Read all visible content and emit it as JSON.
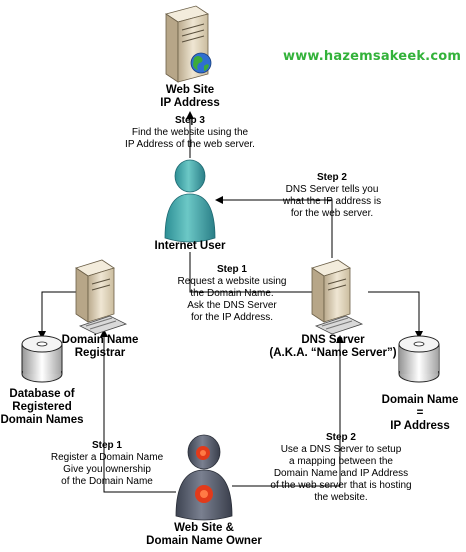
{
  "watermark": "www.hazemsakeek.com",
  "nodes": {
    "web_server": {
      "line1": "Web Site",
      "line2": "IP Address"
    },
    "internet_user": {
      "label": "Internet User"
    },
    "registrar": {
      "line1": "Domain Name",
      "line2": "Registrar"
    },
    "dns_server": {
      "line1": "DNS Server",
      "line2": "(A.K.A. “Name Server”)"
    },
    "registry_db": {
      "line1": "Database of",
      "line2": "Registered",
      "line3": "Domain Names"
    },
    "dns_db": {
      "line1": "Domain Name",
      "line2": "=",
      "line3": "IP Address"
    },
    "owner": {
      "line1": "Web Site &",
      "line2": "Domain Name Owner"
    }
  },
  "steps": {
    "user_step3": {
      "title": "Step 3",
      "line1": "Find the website using the",
      "line2": "IP Address of the web server."
    },
    "user_step2": {
      "title": "Step 2",
      "line1": "DNS Server tells you",
      "line2": "what the IP address is",
      "line3": "for the web server."
    },
    "user_step1": {
      "title": "Step 1",
      "line1": "Request a website using",
      "line2": "the Domain  Name.",
      "line3": "Ask the DNS Server",
      "line4": "for the IP Address."
    },
    "owner_step1": {
      "title": "Step 1",
      "line1": "Register a Domain Name",
      "line2": "Give you ownership",
      "line3": "of the Domain Name"
    },
    "owner_step2": {
      "title": "Step 2",
      "line1": "Use a DNS Server to setup",
      "line2": "a mapping between the",
      "line3": "Domain Name and IP Address",
      "line4": "of the web server that is hosting",
      "line5": "the website."
    }
  },
  "colors": {
    "user_body": "#3fa7a8",
    "owner_body": "#5d6272",
    "owner_accent": "#e23a1a",
    "server_beige": "#e8dcc4",
    "watermark": "#33b23a"
  },
  "icons": [
    "web-server-icon",
    "globe-icon",
    "internet-user-icon",
    "registrar-server-icon",
    "dns-server-icon",
    "database-icon",
    "owner-user-icon"
  ]
}
